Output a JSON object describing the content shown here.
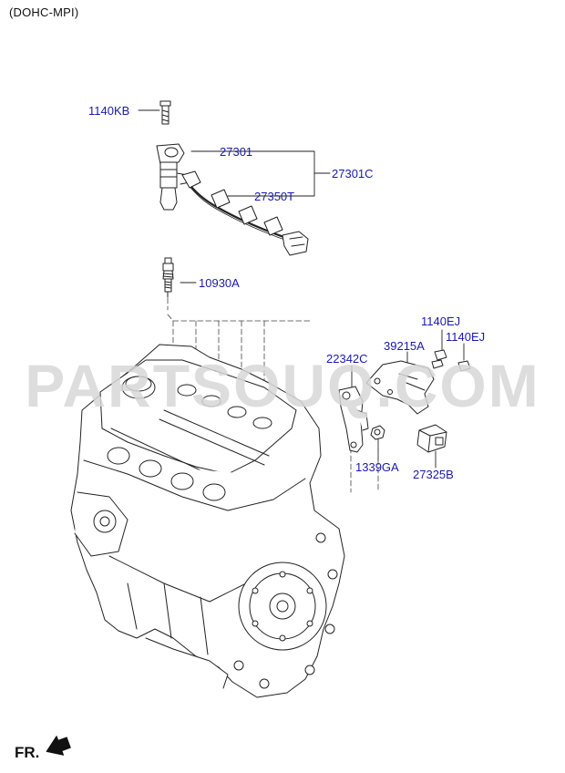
{
  "header": {
    "engine_type": "(DOHC-MPI)"
  },
  "watermark": "PARTSOUQ.COM",
  "direction_label": "FR.",
  "colors": {
    "part_label": "#1a1aa8",
    "line_art": "#222222",
    "watermark": "#d8d8d8"
  },
  "parts": [
    {
      "id": "p1140kb",
      "number": "1140KB"
    },
    {
      "id": "p27301",
      "number": "27301"
    },
    {
      "id": "p27301c",
      "number": "27301C"
    },
    {
      "id": "p27350t",
      "number": "27350T"
    },
    {
      "id": "p10930a",
      "number": "10930A"
    },
    {
      "id": "p1140ej_a",
      "number": "1140EJ"
    },
    {
      "id": "p1140ej_b",
      "number": "1140EJ"
    },
    {
      "id": "p22342c",
      "number": "22342C"
    },
    {
      "id": "p39215a",
      "number": "39215A"
    },
    {
      "id": "p1339ga",
      "number": "1339GA"
    },
    {
      "id": "p27325b",
      "number": "27325B"
    }
  ]
}
